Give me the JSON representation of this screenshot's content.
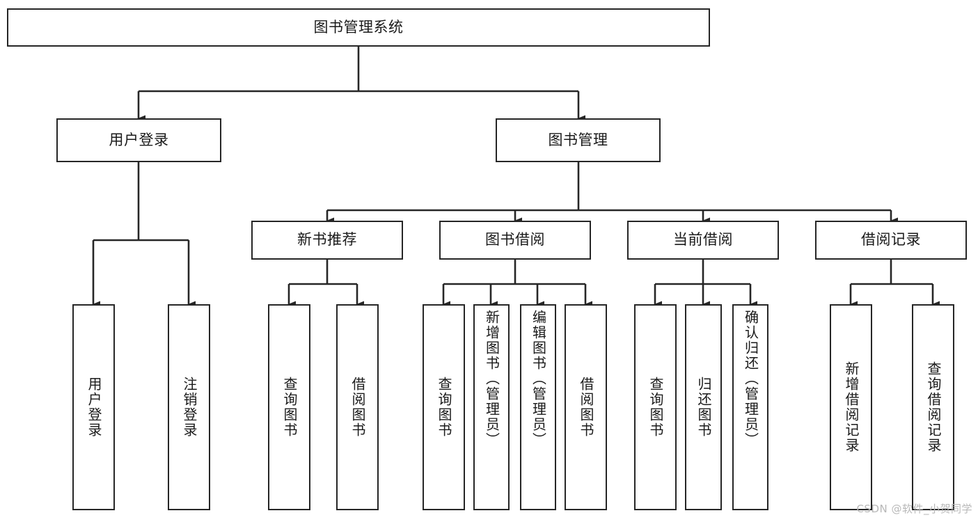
{
  "diagram": {
    "title": "图书管理系统",
    "type": "functional-structure-tree",
    "root": {
      "id": "root",
      "label": "图书管理系统"
    },
    "level2": [
      {
        "id": "user-login",
        "label": "用户登录"
      },
      {
        "id": "book-manage",
        "label": "图书管理"
      }
    ],
    "level3": [
      {
        "id": "new-book-rec",
        "label": "新书推荐",
        "parent": "book-manage"
      },
      {
        "id": "book-borrow",
        "label": "图书借阅",
        "parent": "book-manage"
      },
      {
        "id": "current-borrow",
        "label": "当前借阅",
        "parent": "book-manage"
      },
      {
        "id": "borrow-record",
        "label": "借阅记录",
        "parent": "book-manage"
      }
    ],
    "leaves": [
      {
        "id": "leaf-user-login",
        "label": "用户登录",
        "parent": "user-login"
      },
      {
        "id": "leaf-user-logout",
        "label": "注销登录",
        "parent": "user-login"
      },
      {
        "id": "leaf-query-book-1",
        "label": "查询图书",
        "parent": "new-book-rec"
      },
      {
        "id": "leaf-borrow-book-1",
        "label": "借阅图书",
        "parent": "new-book-rec"
      },
      {
        "id": "leaf-query-book-2",
        "label": "查询图书",
        "parent": "book-borrow"
      },
      {
        "id": "leaf-add-book",
        "label": "新增图书（管理员）",
        "parent": "book-borrow"
      },
      {
        "id": "leaf-edit-book",
        "label": "编辑图书（管理员）",
        "parent": "book-borrow"
      },
      {
        "id": "leaf-borrow-book-2",
        "label": "借阅图书",
        "parent": "book-borrow"
      },
      {
        "id": "leaf-query-book-3",
        "label": "查询图书",
        "parent": "current-borrow"
      },
      {
        "id": "leaf-return-book",
        "label": "归还图书",
        "parent": "current-borrow"
      },
      {
        "id": "leaf-confirm-return",
        "label": "确认归还（管理员）",
        "parent": "current-borrow"
      },
      {
        "id": "leaf-add-record",
        "label": "新增借阅记录",
        "parent": "borrow-record"
      },
      {
        "id": "leaf-query-record",
        "label": "查询借阅记录",
        "parent": "borrow-record"
      }
    ]
  },
  "watermark": {
    "text": "CSDN @软件_小贺同学"
  },
  "colors": {
    "border": "#262626",
    "background": "#ffffff",
    "text": "#1a1a1a",
    "watermark": "#b8b8b8"
  }
}
